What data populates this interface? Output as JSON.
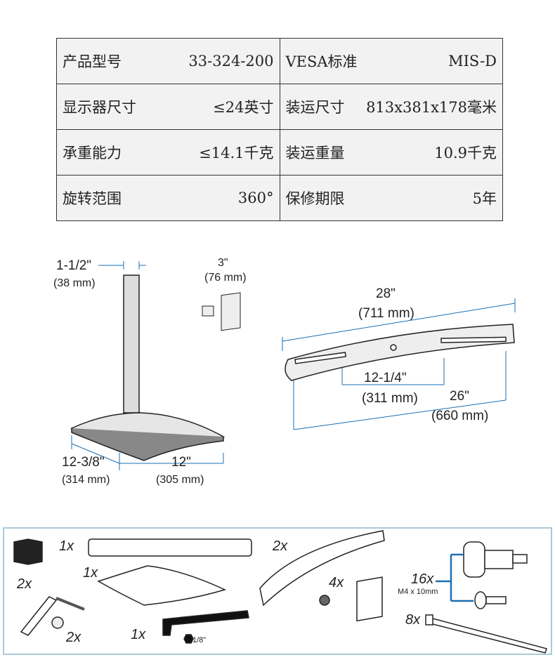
{
  "specs": [
    {
      "label1": "产品型号",
      "value1": "33-324-200",
      "label2": "VESA标准",
      "value2": "MIS-D"
    },
    {
      "label1": "显示器尺寸",
      "value1": "≤24英寸",
      "label2": "装运尺寸",
      "value2": "813x381x178毫米"
    },
    {
      "label1": "承重能力",
      "value1": "≤14.1千克",
      "label2": "装运重量",
      "value2": "10.9千克"
    },
    {
      "label1": "旋转范围",
      "value1": "360°",
      "label2": "保修期限",
      "value2": "5年"
    }
  ],
  "dimensions": {
    "pole_dia": "1-1/2\"",
    "pole_dia_mm": "(38 mm)",
    "plate": "3\"",
    "plate_mm": "(76 mm)",
    "base_depth": "12-3/8\"",
    "base_depth_mm": "(314 mm)",
    "base_width": "12\"",
    "base_width_mm": "(305 mm)",
    "bar_length": "28\"",
    "bar_length_mm": "(711 mm)",
    "slot_inner": "12-1/4\"",
    "slot_inner_mm": "(311 mm)",
    "slot_outer": "26\"",
    "slot_outer_mm": "(660 mm)"
  },
  "parts": {
    "box_qty": "1x",
    "pole_qty": "1x",
    "base_qty": "1x",
    "lever_qty": "2x",
    "washer_qty": "2x",
    "wrench_qty": "1x",
    "wrench_size": "1/8\"",
    "bar_qty": "2x",
    "plate_qty": "4x",
    "screw_qty": "16x",
    "screw_size": "M4 x 10mm",
    "tie_qty": "8x"
  },
  "colors": {
    "accent": "#1a6fb5",
    "frame": "#8fb7cc"
  }
}
